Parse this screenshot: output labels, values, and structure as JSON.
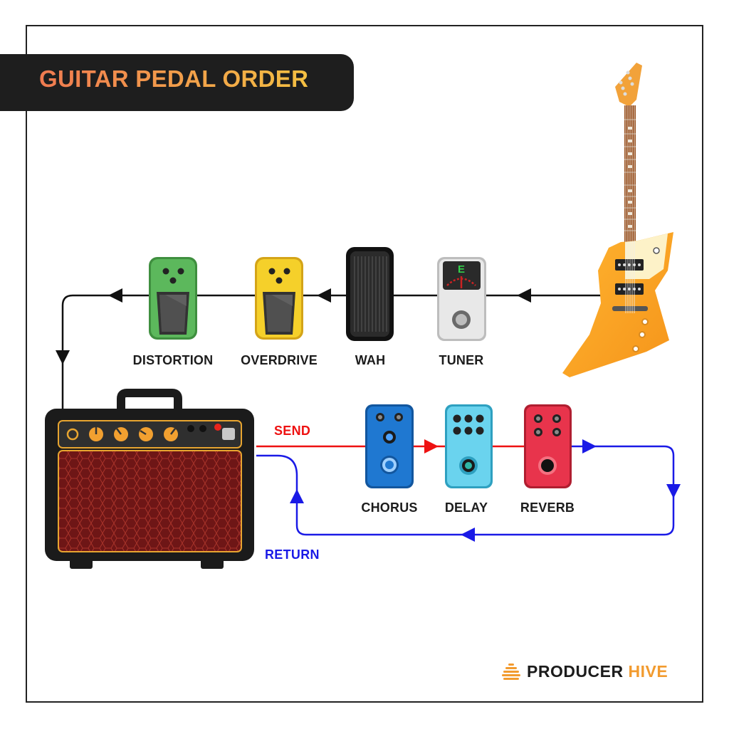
{
  "title": "GUITAR PEDAL ORDER",
  "pedals": {
    "distortion": "DISTORTION",
    "overdrive": "OVERDRIVE",
    "wah": "WAH",
    "tuner": "TUNER",
    "chorus": "CHORUS",
    "delay": "DELAY",
    "reverb": "REVERB"
  },
  "tuner_note": "E",
  "loop": {
    "send": "SEND",
    "return": "RETURN"
  },
  "brand": {
    "name_part1": "PRODUCER",
    "name_part2": "HIVE"
  },
  "colors": {
    "send": "#ee1111",
    "return": "#1a1ae6",
    "signal": "#111111",
    "brand_accent": "#f29b2f",
    "distortion": "#5cb85c",
    "overdrive": "#f5d02a",
    "chorus": "#1f78d1",
    "delay": "#6ad3ee",
    "reverb": "#e8344c"
  }
}
